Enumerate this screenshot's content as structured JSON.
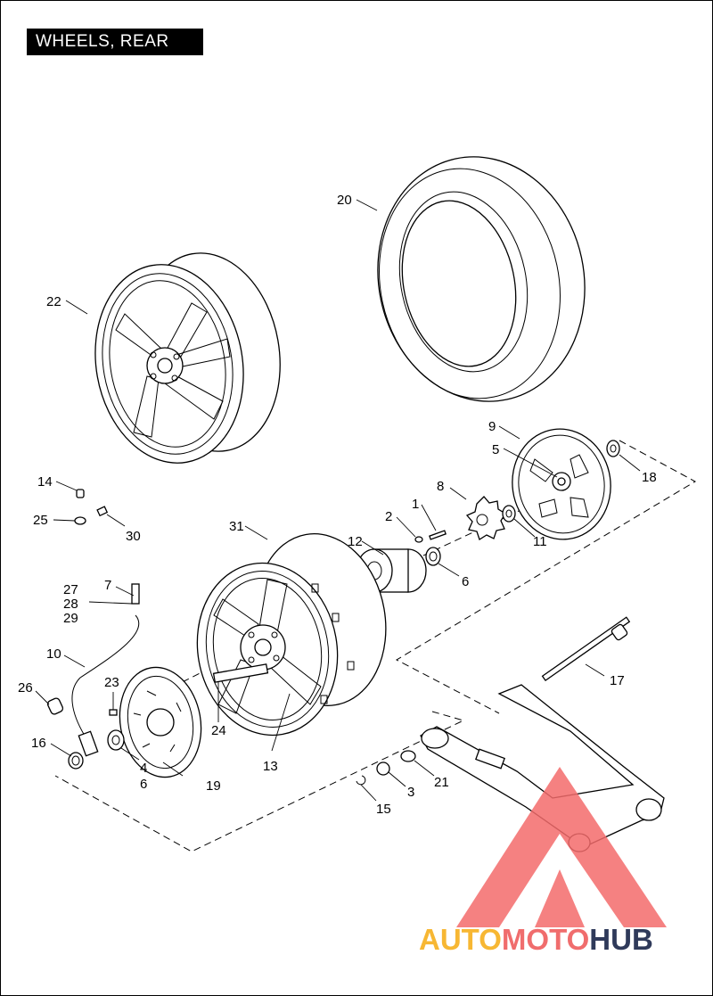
{
  "title": "WHEELS, REAR",
  "callouts": [
    "20",
    "22",
    "9",
    "5",
    "18",
    "14",
    "8",
    "1",
    "2",
    "25",
    "30",
    "12",
    "11",
    "31",
    "6",
    "7",
    "27",
    "28",
    "29",
    "10",
    "17",
    "26",
    "23",
    "24",
    "16",
    "4",
    "6",
    "19",
    "13",
    "3",
    "21",
    "15"
  ],
  "watermark": {
    "part1": "AUTO",
    "part2": "MOTO",
    "part3": "HUB",
    "colors": {
      "auto": "#f7b733",
      "moto": "#f06d6d",
      "hub": "#2f3a5a",
      "triangle": "#f36b6b"
    }
  }
}
